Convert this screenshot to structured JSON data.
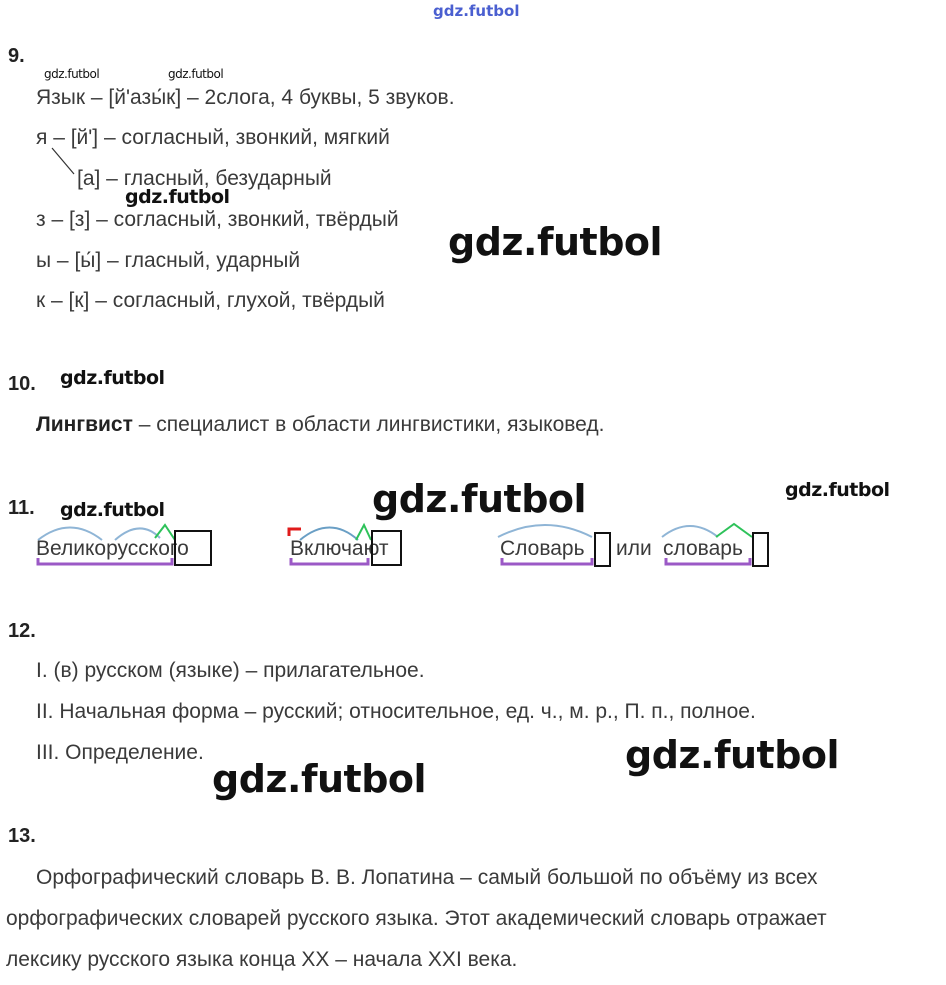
{
  "watermark": "gdz.futbol",
  "tasks": [
    {
      "number": "9.",
      "lines": [
        "Язык – [й'азы́к] – 2слога, 4 буквы, 5 звуков.",
        "я – [й'] – согласный, звонкий, мягкий",
        "[а] – гласный, безударный",
        "з – [з] – согласный, звонкий, твёрдый",
        "ы – [ы́] – гласный, ударный",
        "к – [к] – согласный, глухой, твёрдый"
      ]
    },
    {
      "number": "10.",
      "term": "Лингвист",
      "definition": " – специалист в области лингвистики, языковед."
    },
    {
      "number": "11.",
      "words": [
        "Великорусского",
        "Включают",
        "Словарь",
        "или",
        "словарь"
      ]
    },
    {
      "number": "12.",
      "lines": [
        "I. (в) русском (языке) – прилагательное.",
        "II. Начальная форма – русский; относительное, ед. ч., м. р., П. п., полное.",
        "III. Определение."
      ]
    },
    {
      "number": "13.",
      "lines": [
        "Орфографический словарь В. В. Лопатина – самый большой по объёму из всех",
        "орфографических словарей русского языка. Этот академический словарь отражает",
        "лексику русского языка конца XX – начала XXI века."
      ]
    }
  ]
}
